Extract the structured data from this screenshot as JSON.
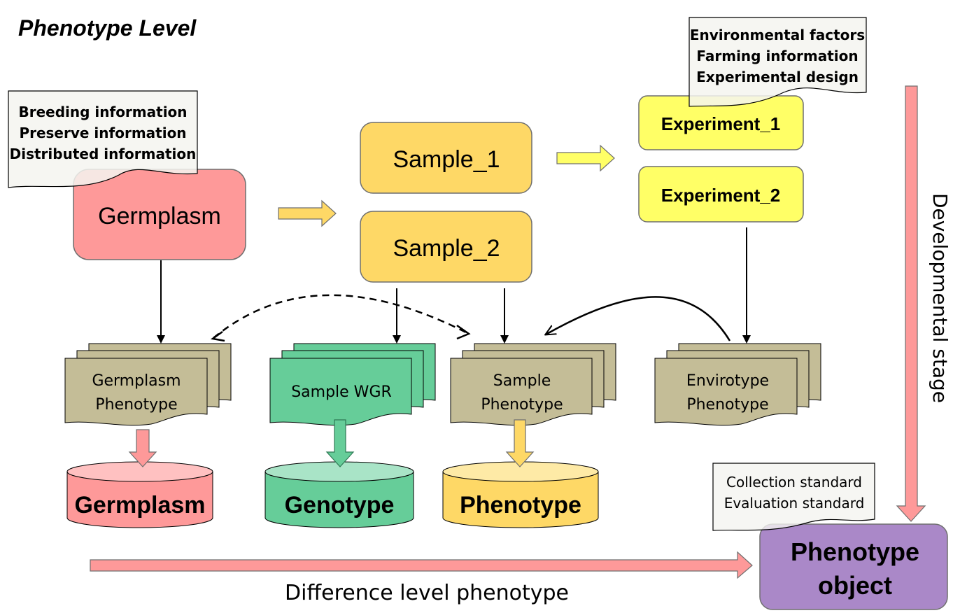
{
  "title": "Phenotype Level",
  "notes": {
    "germplasm": [
      "Breeding information",
      "Preserve information",
      "Distributed information"
    ],
    "experiment": [
      "Environmental factors",
      "Farming information",
      "Experimental design"
    ],
    "standard": [
      "Collection standard",
      "Evaluation standard"
    ]
  },
  "boxes": {
    "germplasm": "Germplasm",
    "sample1": "Sample_1",
    "sample2": "Sample_2",
    "experiment1": "Experiment_1",
    "experiment2": "Experiment_2"
  },
  "documents": {
    "germplasm_phenotype": [
      "Germplasm",
      "Phenotype"
    ],
    "sample_wgr": [
      "Sample WGR"
    ],
    "sample_phenotype": [
      "Sample",
      "Phenotype"
    ],
    "envirotype_phenotype": [
      "Envirotype",
      "Phenotype"
    ]
  },
  "databases": {
    "germplasm": "Germplasm",
    "genotype": "Genotype",
    "phenotype": "Phenotype"
  },
  "phenotype_object": [
    "Phenotype",
    "object"
  ],
  "axis_labels": {
    "developmental_stage": "Developmental stage",
    "difference_level": "Difference level phenotype"
  },
  "colors": {
    "pink": "#fe9999",
    "orange": "#fed866",
    "yellow": "#ffff66",
    "green": "#66cd99",
    "khaki": "#c4bd97",
    "purple": "#aa88c8",
    "note": "#f4f4f0"
  }
}
